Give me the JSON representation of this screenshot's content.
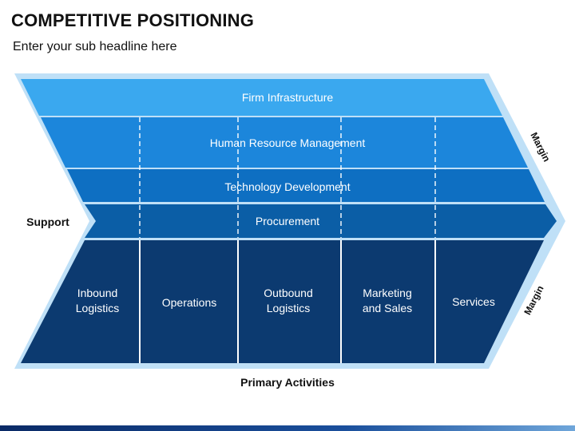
{
  "header": {
    "title": "COMPETITIVE POSITIONING",
    "subtitle": "Enter your sub headline here"
  },
  "support_activities": [
    {
      "label": "Firm Infrastructure",
      "color": "#3aa8ef"
    },
    {
      "label": "Human Resource Management",
      "color": "#1c86db"
    },
    {
      "label": "Technology Development",
      "color": "#0e6fc2"
    },
    {
      "label": "Procurement",
      "color": "#0b5ea6"
    }
  ],
  "primary_activities": [
    {
      "label_line1": "Inbound",
      "label_line2": "Logistics"
    },
    {
      "label_line1": "Operations",
      "label_line2": ""
    },
    {
      "label_line1": "Outbound",
      "label_line2": "Logistics"
    },
    {
      "label_line1": "Marketing",
      "label_line2": "and Sales"
    },
    {
      "label_line1": "Services",
      "label_line2": ""
    }
  ],
  "labels": {
    "support": "Support",
    "primary": "Primary Activities",
    "margin_top": "Margin",
    "margin_bottom": "Margin"
  },
  "colors": {
    "primary_fill": "#0c3a70",
    "frame_fill": "#bfe0f7"
  }
}
